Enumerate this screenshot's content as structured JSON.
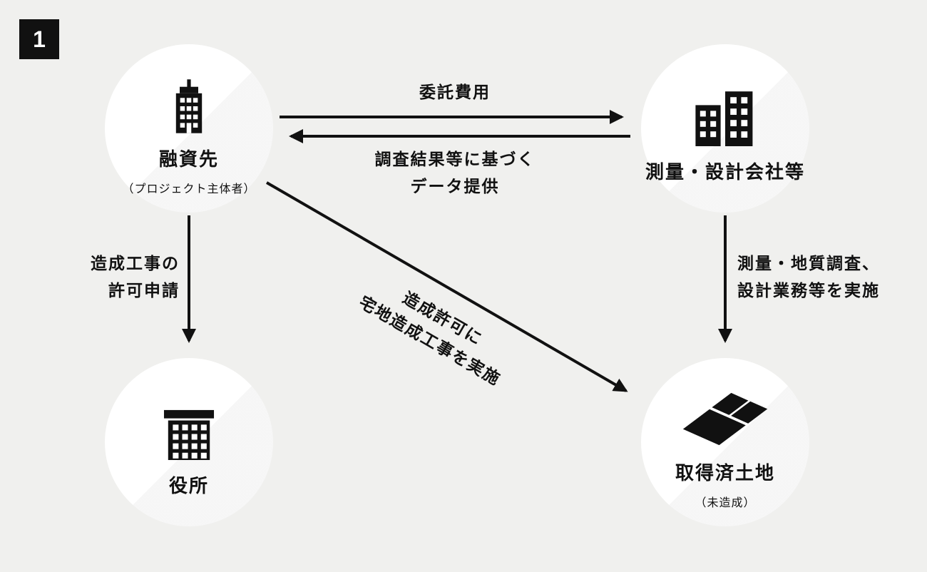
{
  "badge": {
    "label": "1"
  },
  "colors": {
    "background": "#f0f0ee",
    "ink": "#111111",
    "node_background": "#ffffff"
  },
  "nodes": {
    "lender": {
      "label": "融資先",
      "sublabel": "（プロジェクト主体者）",
      "icon": "office-building-icon"
    },
    "survey_company": {
      "label": "測量・設計会社等",
      "icon": "two-buildings-icon"
    },
    "government_office": {
      "label": "役所",
      "icon": "public-office-building-icon"
    },
    "acquired_land": {
      "label": "取得済土地",
      "sublabel": "（未造成）",
      "icon": "land-parcels-icon"
    }
  },
  "edges": {
    "commission_fee": {
      "label": "委託費用"
    },
    "data_provision": {
      "line1": "調査結果等に基づく",
      "line2": "データ提供"
    },
    "permit_application": {
      "line1": "造成工事の",
      "line2": "許可申請"
    },
    "survey_execution": {
      "line1": "測量・地質調査、",
      "line2": "設計業務等を実施"
    },
    "construction_execution": {
      "line1": "造成許可に",
      "line2": "宅地造成工事を実施"
    }
  }
}
